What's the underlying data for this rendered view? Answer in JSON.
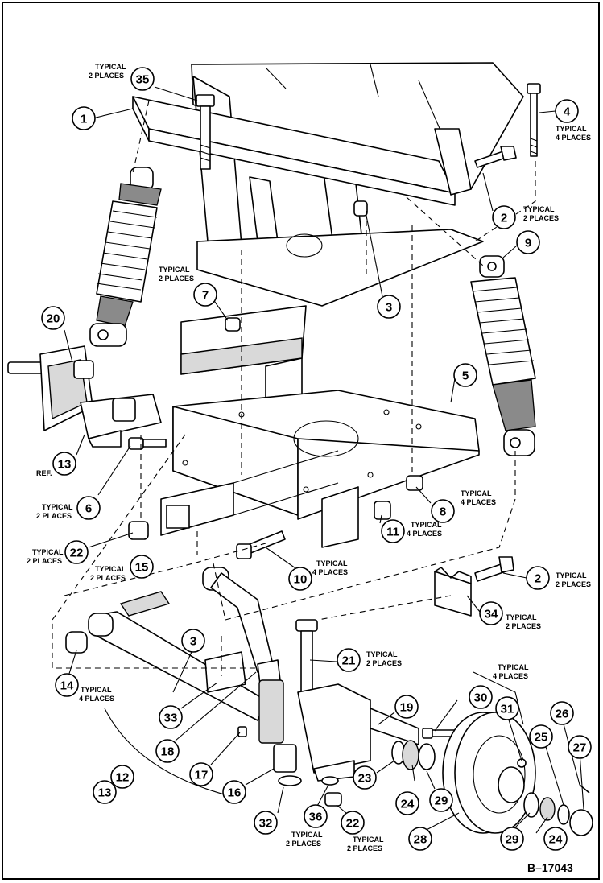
{
  "figure_id": "B–17043",
  "callouts": [
    {
      "id": "c1",
      "label": "1"
    },
    {
      "id": "c35",
      "label": "35"
    },
    {
      "id": "c4",
      "label": "4"
    },
    {
      "id": "c2a",
      "label": "2"
    },
    {
      "id": "c9",
      "label": "9"
    },
    {
      "id": "c3a",
      "label": "3"
    },
    {
      "id": "c7",
      "label": "7"
    },
    {
      "id": "c20",
      "label": "20"
    },
    {
      "id": "c5",
      "label": "5"
    },
    {
      "id": "c13a",
      "label": "13"
    },
    {
      "id": "c6",
      "label": "6"
    },
    {
      "id": "c8",
      "label": "8"
    },
    {
      "id": "c11",
      "label": "11"
    },
    {
      "id": "c22a",
      "label": "22"
    },
    {
      "id": "c15",
      "label": "15"
    },
    {
      "id": "c10",
      "label": "10"
    },
    {
      "id": "c2b",
      "label": "2"
    },
    {
      "id": "c34",
      "label": "34"
    },
    {
      "id": "c3b",
      "label": "3"
    },
    {
      "id": "c21",
      "label": "21"
    },
    {
      "id": "c14",
      "label": "14"
    },
    {
      "id": "c33",
      "label": "33"
    },
    {
      "id": "c18",
      "label": "18"
    },
    {
      "id": "c30",
      "label": "30"
    },
    {
      "id": "c31",
      "label": "31"
    },
    {
      "id": "c19",
      "label": "19"
    },
    {
      "id": "c26",
      "label": "26"
    },
    {
      "id": "c25",
      "label": "25"
    },
    {
      "id": "c27",
      "label": "27"
    },
    {
      "id": "c17",
      "label": "17"
    },
    {
      "id": "c16",
      "label": "16"
    },
    {
      "id": "c23",
      "label": "23"
    },
    {
      "id": "c12",
      "label": "12"
    },
    {
      "id": "c13b",
      "label": "13"
    },
    {
      "id": "c24a",
      "label": "24"
    },
    {
      "id": "c29a",
      "label": "29"
    },
    {
      "id": "c32",
      "label": "32"
    },
    {
      "id": "c36",
      "label": "36"
    },
    {
      "id": "c22b",
      "label": "22"
    },
    {
      "id": "c28",
      "label": "28"
    },
    {
      "id": "c29b",
      "label": "29"
    },
    {
      "id": "c24b",
      "label": "24"
    }
  ],
  "notes": {
    "n1_1": "TYPICAL",
    "n1_2": "2 PLACES",
    "n4_1": "TYPICAL",
    "n4_2": "4 PLACES",
    "n2a_1": "TYPICAL",
    "n2a_2": "2 PLACES",
    "nshock_1": "TYPICAL",
    "nshock_2": "2 PLACES",
    "n8_1": "TYPICAL",
    "n8_2": "4 PLACES",
    "n11_1": "TYPICAL",
    "n11_2": "4 PLACES",
    "n6_1": "TYPICAL",
    "n6_2": "2 PLACES",
    "n22a_1": "TYPICAL",
    "n22a_2": "2 PLACES",
    "n15_1": "TYPICAL",
    "n15_2": "2 PLACES",
    "n10_1": "TYPICAL",
    "n10_2": "4 PLACES",
    "n2b_1": "TYPICAL",
    "n2b_2": "2 PLACES",
    "n34_1": "TYPICAL",
    "n34_2": "2 PLACES",
    "n21_1": "TYPICAL",
    "n21_2": "2 PLACES",
    "nhub_1": "TYPICAL",
    "nhub_2": "4 PLACES",
    "n14_1": "TYPICAL",
    "n14_2": "4 PLACES",
    "n36_1": "TYPICAL",
    "n36_2": "2 PLACES",
    "n22b_1": "TYPICAL",
    "n22b_2": "2 PLACES",
    "ref": "REF."
  }
}
